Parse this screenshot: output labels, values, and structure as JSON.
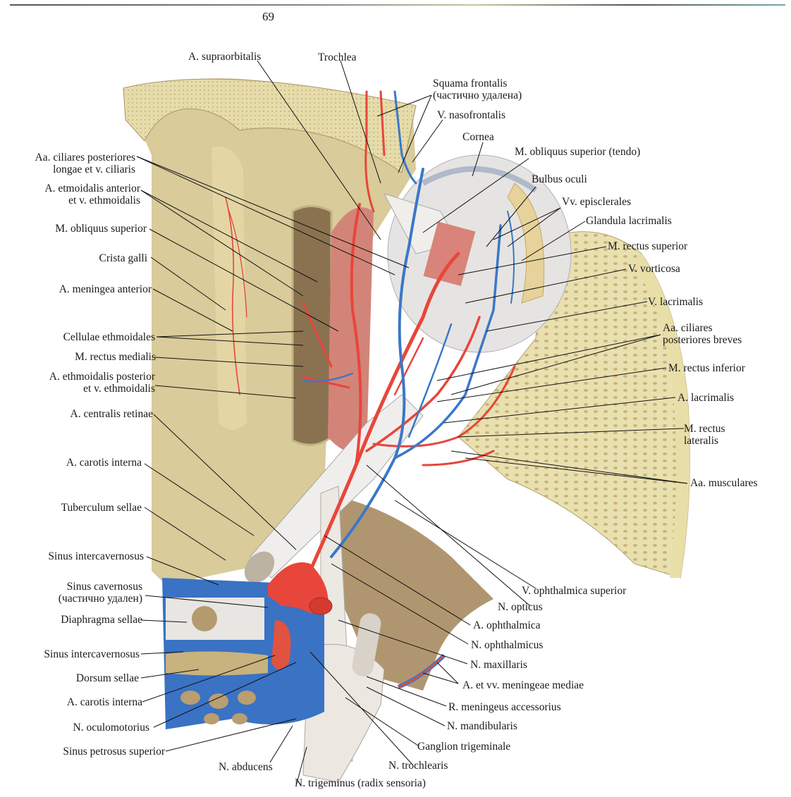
{
  "page": {
    "number": "69"
  },
  "colors": {
    "bone": "#e4d9a8",
    "bone_dark": "#b79f74",
    "artery": "#e8463a",
    "vein": "#3a78c8",
    "nerve": "#ece8e2",
    "muscle": "#d98a80",
    "background": "#ffffff",
    "text": "#1a1a1a"
  },
  "labels": {
    "top": [
      {
        "id": "a-supraorbitalis",
        "text": "A. supraorbitalis"
      },
      {
        "id": "trochlea",
        "text": "Trochlea"
      },
      {
        "id": "squama-frontalis",
        "text": "Squama frontalis",
        "sub": "(частично удалена)"
      },
      {
        "id": "v-nasofrontalis",
        "text": "V. nasofrontalis"
      },
      {
        "id": "cornea",
        "text": "Cornea"
      },
      {
        "id": "m-obliquus-superior-tendo",
        "text": "M. obliquus superior (tendo)"
      },
      {
        "id": "bulbus-oculi",
        "text": "Bulbus oculi"
      }
    ],
    "right": [
      {
        "id": "vv-episclerales",
        "text": "Vv. episclerales"
      },
      {
        "id": "glandula-lacrimalis",
        "text": "Glandula lacrimalis"
      },
      {
        "id": "m-rectus-superior",
        "text": "M. rectus superior"
      },
      {
        "id": "v-vorticosa",
        "text": "V. vorticosa"
      },
      {
        "id": "v-lacrimalis",
        "text": "V. lacrimalis"
      },
      {
        "id": "aa-ciliares-posteriores-breves",
        "text": "Aa. ciliares",
        "sub": "posteriores breves"
      },
      {
        "id": "m-rectus-inferior",
        "text": "M. rectus inferior"
      },
      {
        "id": "a-lacrimalis",
        "text": "A. lacrimalis"
      },
      {
        "id": "m-rectus-lateralis",
        "text": "M. rectus",
        "sub": "lateralis"
      },
      {
        "id": "aa-musculares",
        "text": "Aa. musculares"
      },
      {
        "id": "v-ophthalmica-superior",
        "text": "V. ophthalmica superior"
      },
      {
        "id": "n-opticus",
        "text": "N. opticus"
      },
      {
        "id": "a-ophthalmica",
        "text": "A. ophthalmica"
      },
      {
        "id": "n-ophthalmicus",
        "text": "N. ophthalmicus"
      },
      {
        "id": "n-maxillaris",
        "text": "N. maxillaris"
      },
      {
        "id": "a-et-vv-meningeae-mediae",
        "text": "A. et vv. meningeae mediae"
      },
      {
        "id": "r-meningeus-accessorius",
        "text": "R. meningeus accessorius"
      },
      {
        "id": "n-mandibularis",
        "text": "N. mandibularis"
      },
      {
        "id": "ganglion-trigeminale",
        "text": "Ganglion trigeminale"
      },
      {
        "id": "n-trochlearis",
        "text": "N. trochlearis"
      },
      {
        "id": "n-trigeminus",
        "text": "N. trigeminus  (radix sensoria)"
      },
      {
        "id": "n-abducens",
        "text": "N. abducens"
      }
    ],
    "left": [
      {
        "id": "aa-ciliares-posteriores-longae",
        "text": "Aa. ciliares posteriores",
        "sub": "longae et v. ciliaris"
      },
      {
        "id": "a-etmoidalis-anterior",
        "text": "A. etmoidalis anterior",
        "sub": "et v. ethmoidalis"
      },
      {
        "id": "m-obliquus-superior",
        "text": "M. obliquus superior"
      },
      {
        "id": "crista-galli",
        "text": "Crista galli"
      },
      {
        "id": "a-meningea-anterior",
        "text": "A. meningea  anterior"
      },
      {
        "id": "cellulae-ethmoidales",
        "text": "Cellulae ethmoidales"
      },
      {
        "id": "m-rectus-medialis",
        "text": "M. rectus medialis"
      },
      {
        "id": "a-ethmoidalis-posterior",
        "text": "A. ethmoidalis posterior",
        "sub": "et v. ethmoidalis"
      },
      {
        "id": "a-centralis-retinae",
        "text": "A. centralis retinae"
      },
      {
        "id": "a-carotis-interna-upper",
        "text": "A. carotis interna"
      },
      {
        "id": "tuberculum-sellae",
        "text": "Tuberculum sellae"
      },
      {
        "id": "sinus-intercavernosus-upper",
        "text": "Sinus intercavernosus"
      },
      {
        "id": "sinus-cavernosus",
        "text": "Sinus cavernosus",
        "sub": "(частично удален)"
      },
      {
        "id": "diaphragma-sellae",
        "text": "Diaphragma sellae"
      },
      {
        "id": "sinus-intercavernosus-lower",
        "text": "Sinus intercavernosus"
      },
      {
        "id": "dorsum-sellae",
        "text": "Dorsum sellae"
      },
      {
        "id": "a-carotis-interna-lower",
        "text": "A. carotis interna"
      },
      {
        "id": "n-oculomotorius",
        "text": "N. oculomotorius"
      },
      {
        "id": "sinus-petrosus-superior",
        "text": "Sinus petrosus superior"
      }
    ]
  }
}
